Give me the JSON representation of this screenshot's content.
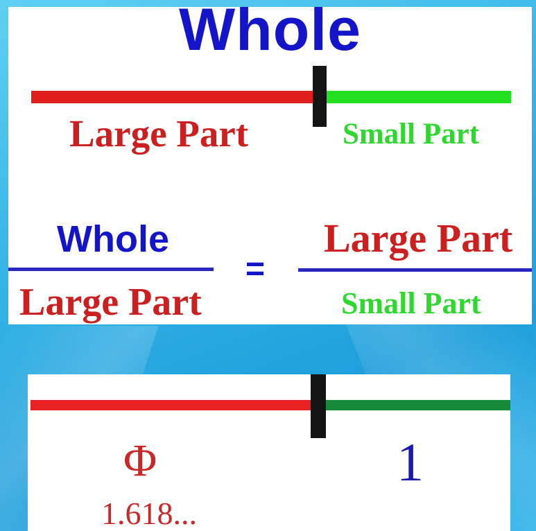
{
  "top_diagram": {
    "title": "Whole",
    "segment_large_label": "Large Part",
    "segment_small_label": "Small Part",
    "colors": {
      "whole": "#1414c8",
      "large": "#e01e1e",
      "small": "#22e022",
      "divider": "#141414"
    }
  },
  "ratio_equation": {
    "left_numerator": "Whole",
    "left_denominator": "Large Part",
    "equals": "=",
    "right_numerator": "Large Part",
    "right_denominator": "Small Part"
  },
  "bottom_diagram": {
    "large_symbol": "Φ",
    "small_value": "1",
    "large_value": "1.618...",
    "colors": {
      "large": "#e82222",
      "small": "#178a3a",
      "one": "#1a1ab0"
    }
  }
}
